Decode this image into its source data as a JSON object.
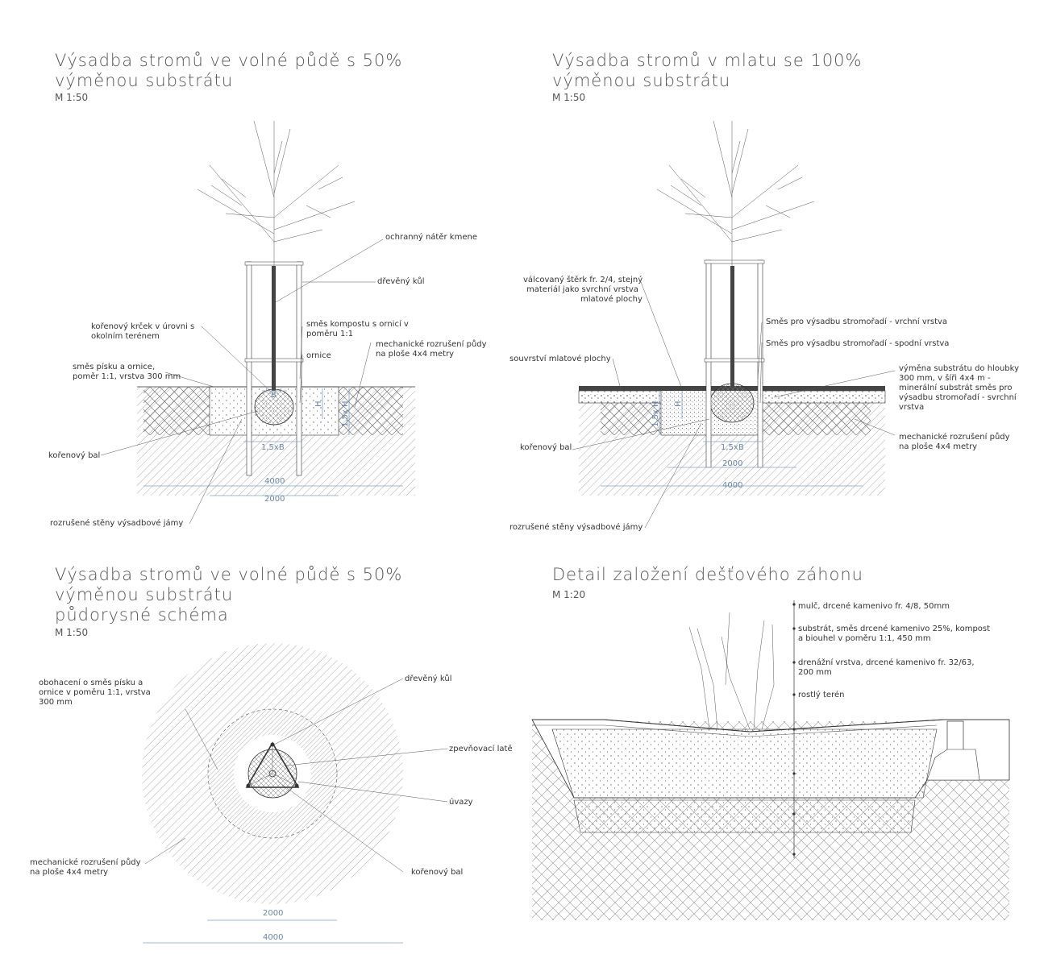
{
  "panel1": {
    "title_line1": "Výsadba stromů ve volné půdě s 50%",
    "title_line2": "výměnou substrátu",
    "scale": "M 1:50",
    "labels": {
      "trunk_coating": "ochranný nátěr kmene",
      "stake": "dřevěný kůl",
      "compost_mix_1": "směs kompostu s ornicí v",
      "compost_mix_2": "poměru 1:1",
      "topsoil": "ornice",
      "mech_loosening_1": "mechanické rozrušení půdy",
      "mech_loosening_2": "na ploše 4x4 metry",
      "root_collar_1": "kořenový krček v úrovni s",
      "root_collar_2": "okolním terénem",
      "sand_mix_1": "směs písku a ornice,",
      "sand_mix_2": "poměr 1:1, vrstva 300 mm",
      "root_ball": "kořenový bal",
      "pit_walls": "rozrušené stěny výsadbové jámy"
    },
    "dims": {
      "b": "B",
      "h": "H",
      "h15": "1,5x H",
      "b15": "1,5xB",
      "d4000": "4000",
      "d2000": "2000"
    }
  },
  "panel2": {
    "title_line1": "Výsadba stromů v mlatu se 100%",
    "title_line2": "výměnou substrátu",
    "scale": "M 1:50",
    "labels": {
      "gravel_1": "válcovaný štěrk fr. 2/4, stejný",
      "gravel_2": "materiál jako svrchní vrstva",
      "gravel_3": "mlatové plochy",
      "mix_top": "Směs pro výsadbu stromořadí - vrchní vrstva",
      "mix_bottom": "Směs pro výsadbu stromořadí - spodní vrstva",
      "mlat_layers": "souvrství mlatové plochy",
      "exchange_1": "výměna substrátu do hloubky",
      "exchange_2": "300 mm, v šíři 4x4 m -",
      "exchange_3": "minerální substrát  směs pro",
      "exchange_4": "výsadbu stromořadí - svrchní",
      "exchange_5": "vrstva",
      "mech_1": "mechanické rozrušení půdy",
      "mech_2": "na ploše 4x4 metry",
      "root_ball": "kořenový bal",
      "pit_walls": "rozrušené stěny výsadbové jámy"
    },
    "dims": {
      "h": "H",
      "h15": "1,5x H",
      "b15": "1,5xB",
      "d2000": "2000",
      "d4000": "4000"
    }
  },
  "panel3": {
    "title_line1": "Výsadba stromů ve volné půdě s 50%",
    "title_line2": "výměnou substrátu",
    "title_line3": "půdorysné schéma",
    "scale": "M 1:50",
    "labels": {
      "enrich_1": "obohacení o směs písku a",
      "enrich_2": "ornice v poměru 1:1, vrstva",
      "enrich_3": "300 mm",
      "stake": "dřevěný kůl",
      "laths": "zpevňovací latě",
      "ties": "úvazy",
      "root_ball": "kořenový bal",
      "mech_1": "mechanické rozrušení půdy",
      "mech_2": "na ploše 4x4 metry"
    },
    "dims": {
      "d2000": "2000",
      "d4000": "4000"
    }
  },
  "panel4": {
    "title": "Detail založení dešťového záhonu",
    "scale": "M 1:20",
    "labels": {
      "mulch": "mulč, drcené kamenivo fr. 4/8, 50mm",
      "substrate_1": "substrát, směs drcené kamenivo 25%, kompost",
      "substrate_2": "a biouhel v poměru 1:1, 450 mm",
      "drain_1": "drenážní vrstva, drcené kamenivo fr. 32/63,",
      "drain_2": "200 mm",
      "native": "rostlý terén"
    }
  }
}
